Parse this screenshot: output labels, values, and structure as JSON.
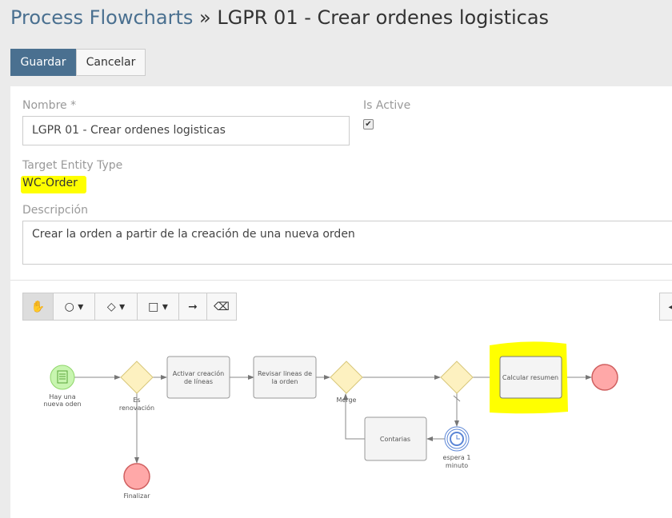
{
  "header": {
    "breadcrumb_link": "Process Flowcharts",
    "separator": " » ",
    "title": "LGPR 01 - Crear ordenes logisticas"
  },
  "actions": {
    "save": "Guardar",
    "cancel": "Cancelar"
  },
  "form": {
    "name_label": "Nombre *",
    "name_value": "LGPR 01 - Crear ordenes logisticas",
    "active_label": "Is Active",
    "active_checked": true,
    "entity_label": "Target Entity Type",
    "entity_value": "WC-Order",
    "desc_label": "Descripción",
    "desc_value": "Crear la orden a partir de la creación de una nueva orden"
  },
  "toolbar": {
    "tools": [
      "hand-tool",
      "circle-tool",
      "diamond-tool",
      "square-tool",
      "arrow-tool",
      "eraser-tool"
    ]
  },
  "diagram": {
    "start": [
      "Hay una",
      "nueva oden"
    ],
    "gateway1": [
      "Es",
      "renovación"
    ],
    "task1": [
      "Activar creación",
      "de líneas"
    ],
    "task2": [
      "Revisar lineas de",
      "la orden"
    ],
    "merge": "Merge",
    "task3": "Calcular resumen",
    "timer": [
      "espera 1",
      "minuto"
    ],
    "task4": "Contarias",
    "end_left": "Finalizar"
  },
  "colors": {
    "primary": "#4a7090",
    "highlight": "#ffff00",
    "start": "#c8f5b0",
    "end": "#ffa8a8",
    "gateway": "#fdf1c0",
    "timer": "#5b86d6"
  }
}
